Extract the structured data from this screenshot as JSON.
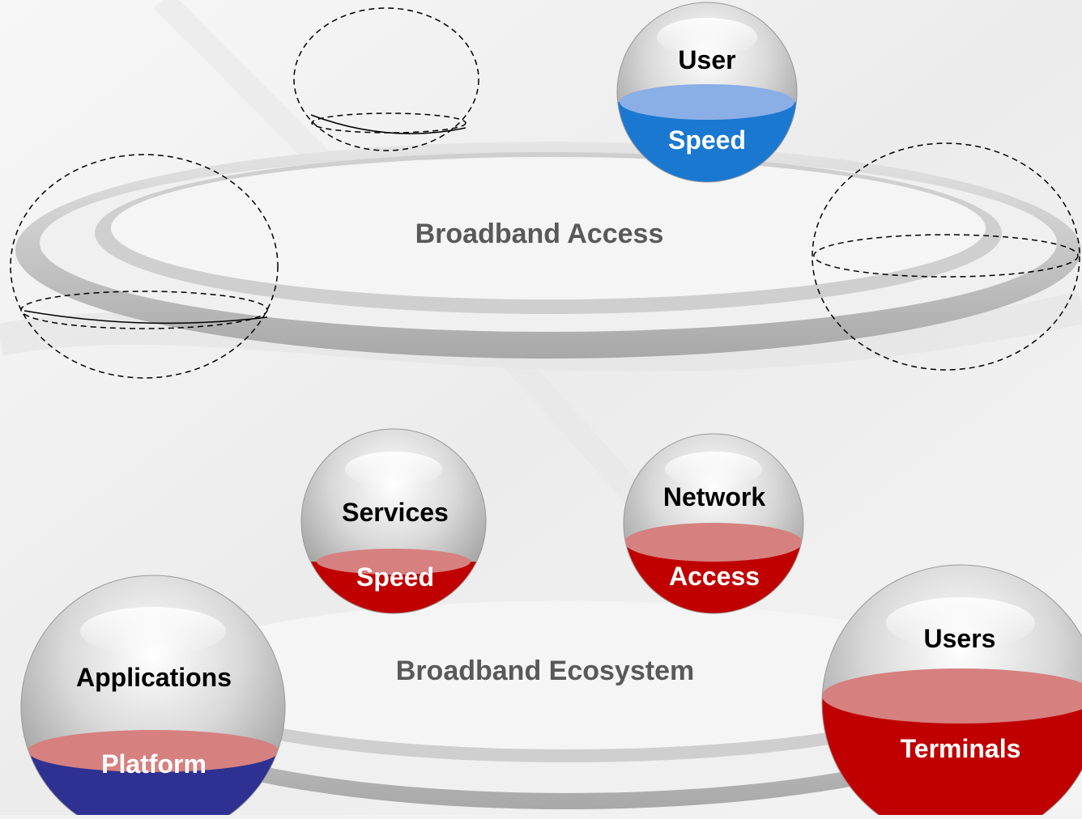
{
  "top_section": {
    "ring_label": "Broadband Access",
    "spheres": [
      {
        "id": "user",
        "top_label": "User",
        "bottom_label": "Speed",
        "fill_color": "#1a78d0",
        "fill_light": "#8aaee6",
        "empty": false
      },
      {
        "id": "empty-top",
        "empty": true
      },
      {
        "id": "empty-left",
        "empty": true
      },
      {
        "id": "empty-right",
        "empty": true
      }
    ]
  },
  "bottom_section": {
    "ring_label": "Broadband Ecosystem",
    "spheres": [
      {
        "id": "services",
        "top_label": "Services",
        "bottom_label": "Speed",
        "fill_color": "#c00000",
        "fill_light": "#d68080"
      },
      {
        "id": "network",
        "top_label": "Network",
        "bottom_label": "Access",
        "fill_color": "#c00000",
        "fill_light": "#d68080"
      },
      {
        "id": "applications",
        "top_label": "Applications",
        "bottom_label": "Platform",
        "fill_color": "#2e3192",
        "fill_light": "#d68080"
      },
      {
        "id": "users",
        "top_label": "Users",
        "bottom_label": "Terminals",
        "fill_color": "#c00000",
        "fill_light": "#d68080"
      }
    ]
  },
  "colors": {
    "background": "#f2f2f2",
    "ring": "#bdbdbd",
    "ring_label": "#595959",
    "sphere_label": "#000000",
    "fill_label": "#ffffff"
  }
}
